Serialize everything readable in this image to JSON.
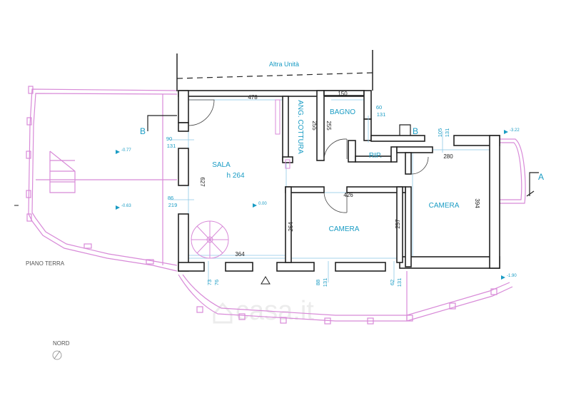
{
  "labels": {
    "altra_unita": "Altra Unità",
    "sala": "SALA",
    "sala_height": "h 264",
    "ang_cottura": "ANG. COTTURA",
    "bagno": "BAGNO",
    "rip": "RIP.",
    "camera_left": "CAMERA",
    "camera_right": "CAMERA",
    "piano_terra": "PIANO TERRA",
    "nord": "NORD",
    "section_b": "B",
    "section_a": "A",
    "watermark": "casa.it"
  },
  "dimensions": {
    "d478": "478",
    "d150": "150",
    "d255a": "255",
    "d255b": "255",
    "d627": "627",
    "d364": "364",
    "d426": "426",
    "d264": "264",
    "d257": "257",
    "d280": "280",
    "d394": "394"
  },
  "openings": {
    "w90": "90",
    "w131a": "131",
    "w86": "86",
    "w219": "219",
    "w60": "60",
    "w131b": "131",
    "w105": "105",
    "w131c": "131",
    "w73": "73",
    "w76": "76",
    "w88": "88",
    "w131d": "131",
    "w62": "62",
    "w131e": "131"
  },
  "levels": {
    "l077": "-0.77",
    "l063": "-0.63",
    "l000": "0.00",
    "l322": "-3.22",
    "l190": "-1.90"
  },
  "colors": {
    "wall": "#222222",
    "dimension_text": "#1a9cc4",
    "terrace_outline": "#d88ad8",
    "inner_line": "#8ec9e6"
  }
}
